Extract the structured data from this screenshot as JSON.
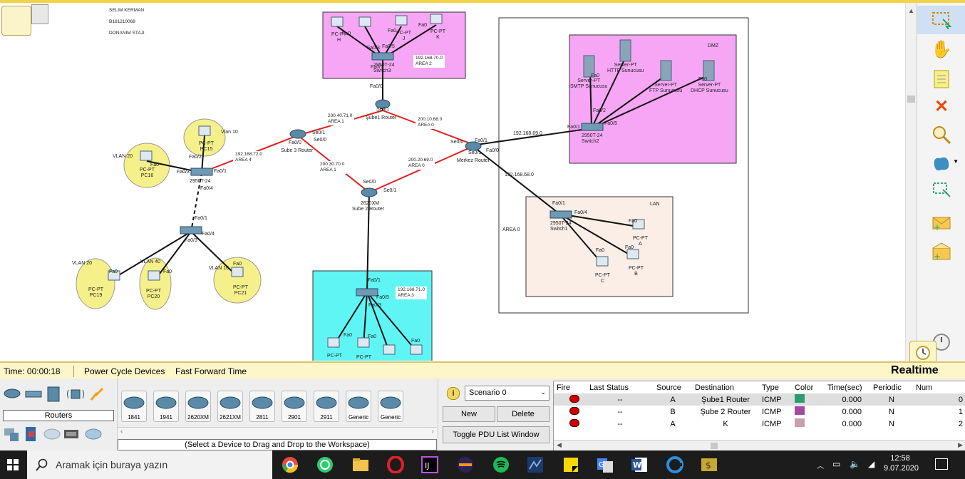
{
  "header_notes": [
    "SELIM KERMAN",
    "B161210068",
    "DONANIM STAJI"
  ],
  "areas": {
    "area0": "AREA 0",
    "dmz": "DMZ",
    "lan": "LAN",
    "area2_note": "192.168.70.0\nAREA 2",
    "area3_note": "192.168.71.0\nAREA 3",
    "area4_note": "192.168.72.0\nAREA 4",
    "area1_note_a": "200.40.71.0\nAREA 1",
    "area1_note_b": "200.30.70.0\nAREA 1",
    "area0_note_a": "200.10.68.0\nAREA 0",
    "area0_note_b": "200.20.69.0\nAREA 0",
    "net_69": "192.168.69.0",
    "net_68": "192.168.68.0"
  },
  "devices": {
    "merkez_router": "Merkez Router",
    "sube1_router": "Şube1 Router",
    "sube2_router": "Sube 2 Router",
    "sube2_model": "2620XM",
    "sube3_router": "Sube 3 Router",
    "switch1": "2950T-24\nSwitch1",
    "switch2": "2950T-24\nSwitch2",
    "switch3": "2950T-24\nSwitch3",
    "switch4": "2950T-24",
    "pc_a": "PC-PT\nA",
    "pc_b": "PC-PT\nB",
    "pc_c": "PC-PT\nC",
    "pc_h": "PC-PT\nH",
    "pc_j": "PC-PT\nJ",
    "pc_k": "PC-PT\nK",
    "pc15": "PC-PT\nPC15",
    "pc16": "PC-PT\nPC16",
    "pc19": "PC-PT\nPC19",
    "pc20": "PC-PT\nPC20",
    "pc21": "PC-PT\nPC21",
    "pc_area3_1": "PC-PT",
    "pc_area3_2": "PC-PT",
    "smtp": "Server-PT\nSMTP Sunucusu",
    "http": "Server-PT\nHTTP Sunucusu",
    "ftp": "Server-PT\nFTP Sunucusu",
    "dhcp": "Server-PT\nDHCP Sunucusu",
    "vlan10a": "Vlan 10",
    "vlan20a": "VLAN 20",
    "vlan20b": "VLAN 20",
    "vlan40": "VLAN 40",
    "vlan10b": "VLAN 10"
  },
  "ports": {
    "fa0": "Fa0",
    "fa01": "Fa0/1",
    "fa02": "Fa0/2",
    "fa03": "Fa0/3",
    "fa04": "Fa0/4",
    "fa05": "Fa0/5",
    "fa00": "Fa0/0",
    "se00": "Se0/0",
    "se01": "Se0/1"
  },
  "status_bar": {
    "time_label": "Time: 00:00:18",
    "power_cycle": "Power Cycle Devices",
    "fast_forward": "Fast Forward Time",
    "mode": "Realtime"
  },
  "device_panel": {
    "category_label": "Routers",
    "models": [
      "1841",
      "1941",
      "2620XM",
      "2621XM",
      "2811",
      "2901",
      "2911",
      "Generic",
      "Generic"
    ],
    "hint": "(Select a Device to Drag and Drop to the Workspace)"
  },
  "scenario": {
    "selected": "Scenario 0",
    "new_label": "New",
    "delete_label": "Delete",
    "toggle_label": "Toggle PDU List Window"
  },
  "pdu_table": {
    "columns": [
      "Fire",
      "Last Status",
      "Source",
      "Destination",
      "Type",
      "Color",
      "Time(sec)",
      "Periodic",
      "Num"
    ],
    "rows": [
      {
        "last_status": "--",
        "source": "A",
        "destination": "Şube1 Router",
        "type": "ICMP",
        "color": "#2a9d6e",
        "time": "0.000",
        "periodic": "N",
        "num": "0"
      },
      {
        "last_status": "--",
        "source": "B",
        "destination": "Şube 2 Router",
        "type": "ICMP",
        "color": "#a04aa0",
        "time": "0.000",
        "periodic": "N",
        "num": "1"
      },
      {
        "last_status": "--",
        "source": "A",
        "destination": "K",
        "type": "ICMP",
        "color": "#c9a0a8",
        "time": "0.000",
        "periodic": "N",
        "num": "2"
      }
    ]
  },
  "taskbar": {
    "search_placeholder": "Aramak için buraya yazın",
    "time": "12:58",
    "date": "9.07.2020"
  },
  "colors": {
    "area2_fill": "#f7a6f5",
    "dmz_fill": "#f7a6f5",
    "area3_fill": "#5ff5f5",
    "lan_fill": "#fbeee6",
    "vlan_fill": "#f5f08a",
    "serial_link": "#e02020",
    "ethernet_link": "#111111"
  }
}
